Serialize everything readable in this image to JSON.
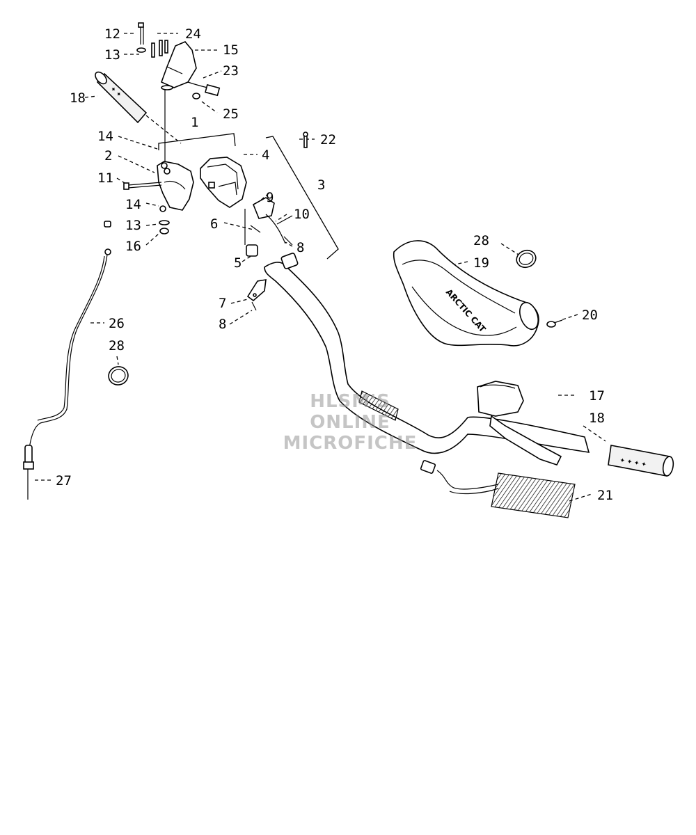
{
  "callouts": [
    {
      "id": "c12a",
      "text": "12"
    },
    {
      "id": "c24",
      "text": "24"
    },
    {
      "id": "c13a",
      "text": "13"
    },
    {
      "id": "c15",
      "text": "15"
    },
    {
      "id": "c23",
      "text": "23"
    },
    {
      "id": "c18a",
      "text": "18"
    },
    {
      "id": "c25",
      "text": "25"
    },
    {
      "id": "c1",
      "text": "1"
    },
    {
      "id": "c14a",
      "text": "14"
    },
    {
      "id": "c22",
      "text": "22"
    },
    {
      "id": "c2",
      "text": "2"
    },
    {
      "id": "c4",
      "text": "4"
    },
    {
      "id": "c11",
      "text": "11"
    },
    {
      "id": "c3",
      "text": "3"
    },
    {
      "id": "c9",
      "text": "9"
    },
    {
      "id": "c14b",
      "text": "14"
    },
    {
      "id": "c10",
      "text": "10"
    },
    {
      "id": "c13b",
      "text": "13"
    },
    {
      "id": "c6",
      "text": "6"
    },
    {
      "id": "c16",
      "text": "16"
    },
    {
      "id": "c8a",
      "text": "8"
    },
    {
      "id": "c5",
      "text": "5"
    },
    {
      "id": "c28a",
      "text": "28"
    },
    {
      "id": "c19",
      "text": "19"
    },
    {
      "id": "c7",
      "text": "7"
    },
    {
      "id": "c8b",
      "text": "8"
    },
    {
      "id": "c20",
      "text": "20"
    },
    {
      "id": "c26",
      "text": "26"
    },
    {
      "id": "c28b",
      "text": "28"
    },
    {
      "id": "c17",
      "text": "17"
    },
    {
      "id": "c18b",
      "text": "18"
    },
    {
      "id": "c27",
      "text": "27"
    },
    {
      "id": "c21",
      "text": "21"
    }
  ],
  "watermark": {
    "line1": "HLSM'S",
    "line2": "ONLINE",
    "line3": "MICROFICHE"
  },
  "colors": {
    "ink": "#000000",
    "paper": "#ffffff",
    "watermark": "#969696"
  }
}
